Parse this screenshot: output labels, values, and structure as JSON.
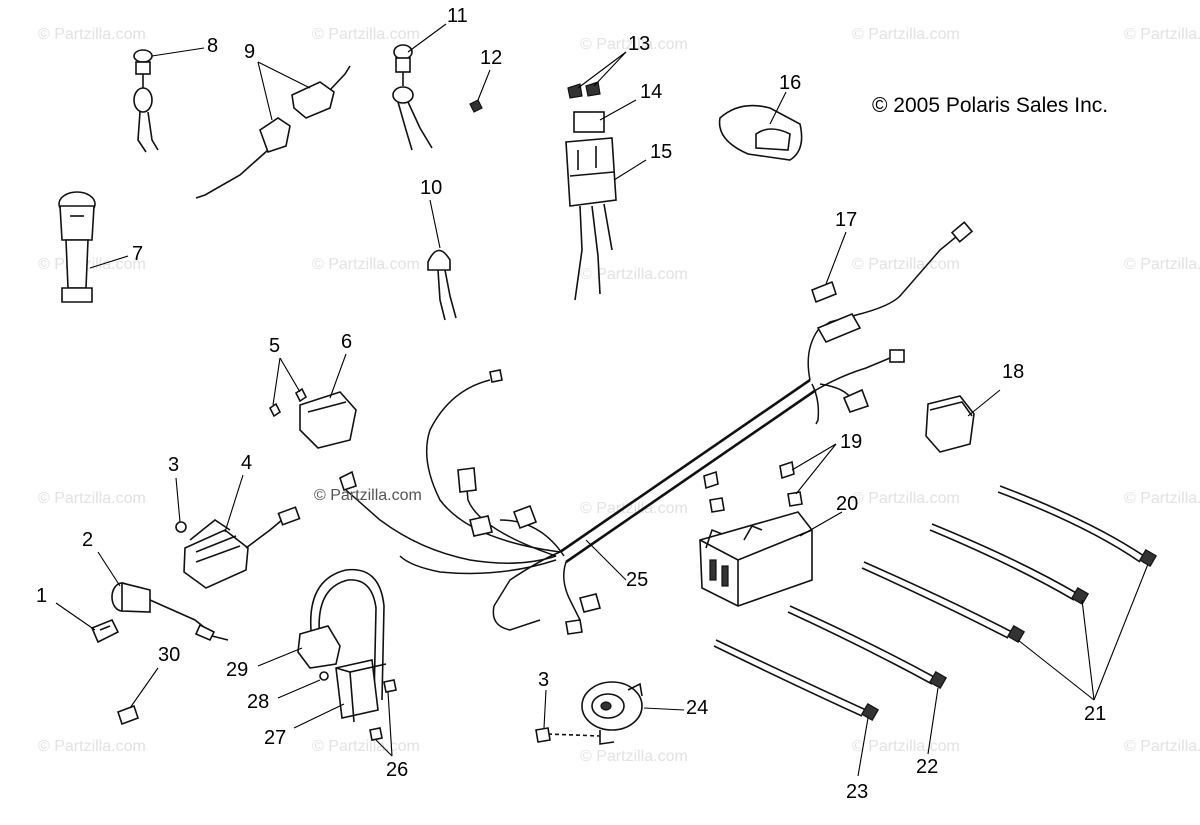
{
  "copyright": "© 2005 Polaris Sales Inc.",
  "watermark": "© Partzilla.com",
  "center_watermark": "© Partzilla.com",
  "callouts": {
    "n1": "1",
    "n2": "2",
    "n3a": "3",
    "n3b": "3",
    "n4": "4",
    "n5": "5",
    "n6": "6",
    "n7": "7",
    "n8": "8",
    "n9": "9",
    "n10": "10",
    "n11": "11",
    "n12": "12",
    "n13": "13",
    "n14": "14",
    "n15": "15",
    "n16": "16",
    "n17": "17",
    "n18": "18",
    "n19": "19",
    "n20": "20",
    "n21": "21",
    "n22": "22",
    "n23": "23",
    "n24": "24",
    "n25": "25",
    "n26": "26",
    "n27": "27",
    "n28": "28",
    "n29": "29",
    "n30": "30"
  }
}
